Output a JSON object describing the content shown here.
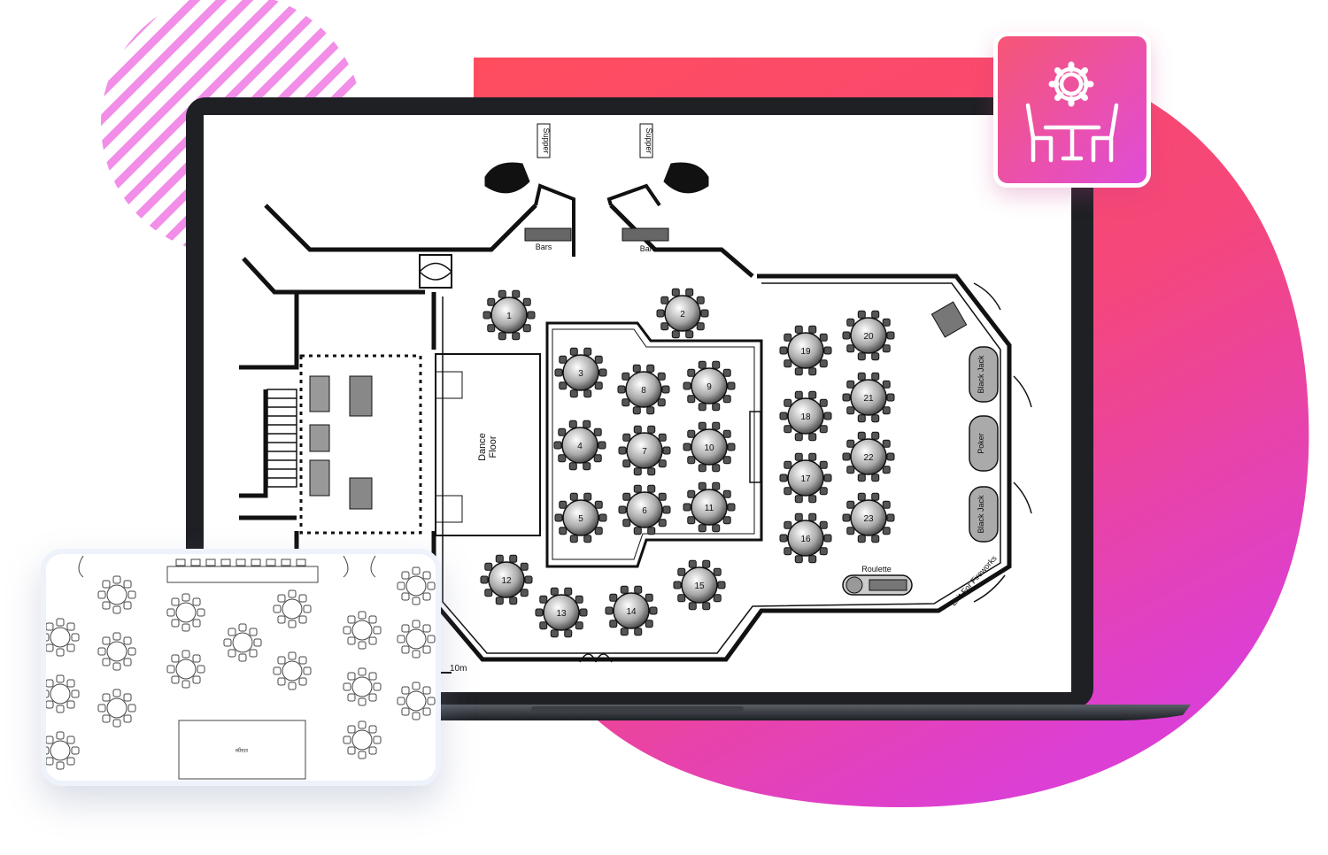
{
  "floor_plan": {
    "stations_top": [
      "Supper",
      "Supper"
    ],
    "bars": [
      "Bars",
      "Bars"
    ],
    "dance_floor_label": "Dance\nFloor",
    "table_numbers": [
      "1",
      "2",
      "3",
      "4",
      "5",
      "6",
      "7",
      "8",
      "9",
      "10",
      "11",
      "12",
      "13",
      "14",
      "15",
      "16",
      "17",
      "18",
      "19",
      "20",
      "21",
      "22",
      "23"
    ],
    "game_tables": [
      "Black Jack",
      "Poker",
      "Black Jack"
    ],
    "roulette": "Roulette",
    "exit": "Exit For Fireworks",
    "scale": "10m"
  },
  "mini_plan": {
    "stage_label": "stage"
  },
  "badge": {
    "icon": "table-settings-icon"
  },
  "colors": {
    "coral": "#ff4d5e",
    "magenta": "#e040d6",
    "stripe": "#f28de8"
  }
}
